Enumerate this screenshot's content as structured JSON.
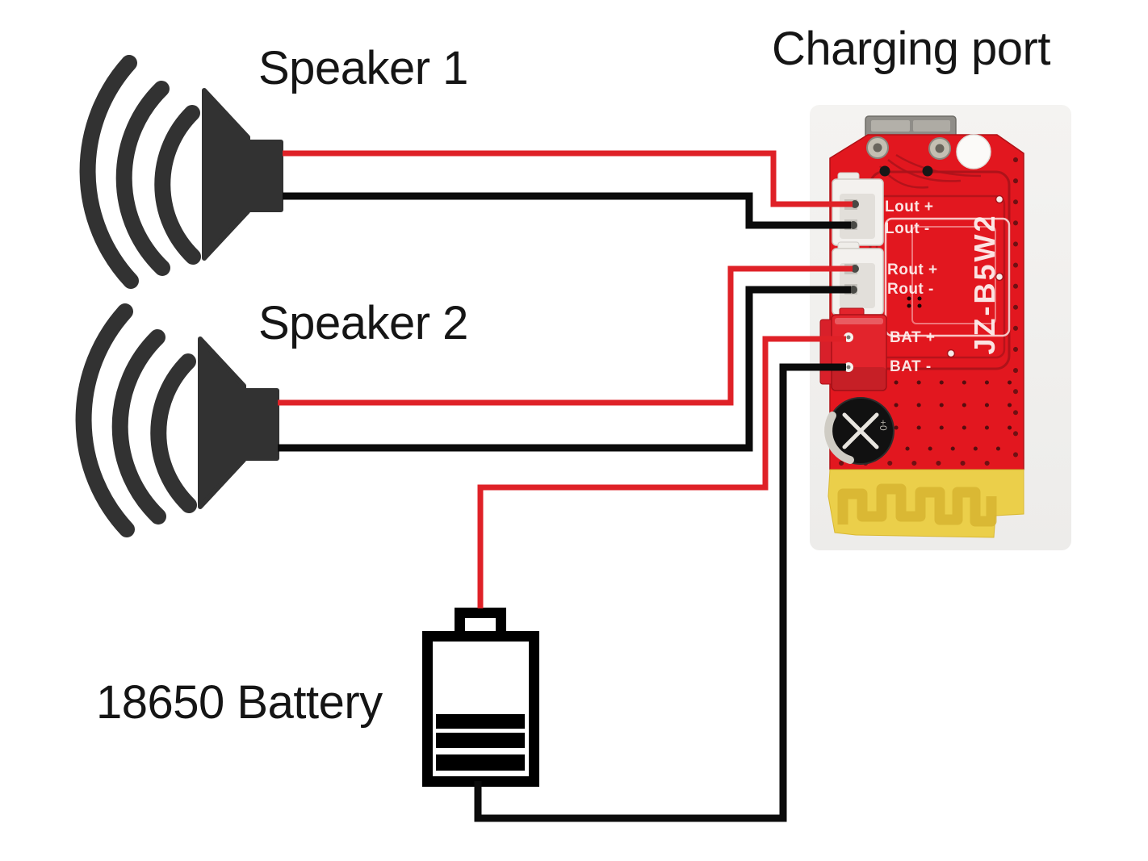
{
  "labels": {
    "speaker1": "Speaker 1",
    "speaker2": "Speaker 2",
    "battery": "18650 Battery",
    "charging_port": "Charging port"
  },
  "pcb": {
    "model": "JZ-B5W2",
    "pins": [
      "Lout +",
      "Lout -",
      "Rout +",
      "Rout -",
      "BAT +",
      "BAT -"
    ]
  },
  "connections": [
    {
      "wire": "red",
      "from": "Speaker 1 +",
      "to": "Lout +"
    },
    {
      "wire": "black",
      "from": "Speaker 1 -",
      "to": "Lout -"
    },
    {
      "wire": "red",
      "from": "Speaker 2 +",
      "to": "Rout +"
    },
    {
      "wire": "black",
      "from": "Speaker 2 -",
      "to": "Rout -"
    },
    {
      "wire": "red",
      "from": "18650 Battery +",
      "to": "BAT +"
    },
    {
      "wire": "black",
      "from": "18650 Battery -",
      "to": "BAT -"
    }
  ],
  "colors": {
    "wire_red": "#df2127",
    "wire_black": "#0b0b0b",
    "board_red": "#e2171f",
    "board_trace_dark": "#a8131a",
    "antenna_yellow": "#ebcf4a",
    "icon_dark": "#323232"
  },
  "icons": {
    "speaker": "speaker-icon",
    "battery": "battery-icon",
    "board": "bluetooth-amplifier-pcb"
  }
}
